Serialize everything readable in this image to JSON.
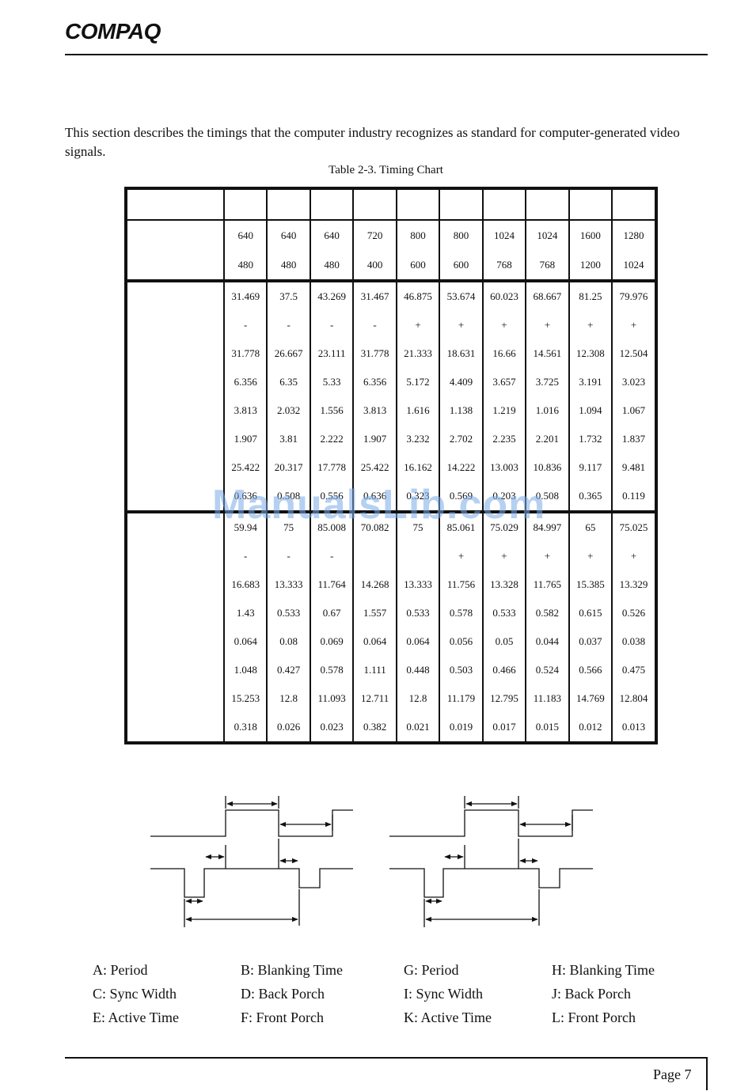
{
  "header": {
    "logo": "COMPAQ"
  },
  "intro": "This section describes the timings that the computer industry recognizes as standard for computer-generated video signals.",
  "caption": "Table 2-3.  Timing Chart",
  "table": {
    "res_h": [
      "640",
      "640",
      "640",
      "720",
      "800",
      "800",
      "1024",
      "1024",
      "1600",
      "1280"
    ],
    "res_v": [
      "480",
      "480",
      "480",
      "400",
      "600",
      "600",
      "768",
      "768",
      "1200",
      "1024"
    ],
    "horizontal": [
      [
        "31.469",
        "37.5",
        "43.269",
        "31.467",
        "46.875",
        "53.674",
        "60.023",
        "68.667",
        "81.25",
        "79.976"
      ],
      [
        "-",
        "-",
        "-",
        "-",
        "+",
        "+",
        "+",
        "+",
        "+",
        "+"
      ],
      [
        "31.778",
        "26.667",
        "23.111",
        "31.778",
        "21.333",
        "18.631",
        "16.66",
        "14.561",
        "12.308",
        "12.504"
      ],
      [
        "6.356",
        "6.35",
        "5.33",
        "6.356",
        "5.172",
        "4.409",
        "3.657",
        "3.725",
        "3.191",
        "3.023"
      ],
      [
        "3.813",
        "2.032",
        "1.556",
        "3.813",
        "1.616",
        "1.138",
        "1.219",
        "1.016",
        "1.094",
        "1.067"
      ],
      [
        "1.907",
        "3.81",
        "2.222",
        "1.907",
        "3.232",
        "2.702",
        "2.235",
        "2.201",
        "1.732",
        "1.837"
      ],
      [
        "25.422",
        "20.317",
        "17.778",
        "25.422",
        "16.162",
        "14.222",
        "13.003",
        "10.836",
        "9.117",
        "9.481"
      ],
      [
        "0.636",
        "0.508",
        "0.556",
        "0.636",
        "0.323",
        "0.569",
        "0.203",
        "0.508",
        "0.365",
        "0.119"
      ]
    ],
    "vertical": [
      [
        "59.94",
        "75",
        "85.008",
        "70.082",
        "75",
        "85.061",
        "75.029",
        "84.997",
        "65",
        "75.025"
      ],
      [
        "-",
        "-",
        "-",
        "",
        "",
        "+",
        "+",
        "+",
        "+",
        "+"
      ],
      [
        "16.683",
        "13.333",
        "11.764",
        "14.268",
        "13.333",
        "11.756",
        "13.328",
        "11.765",
        "15.385",
        "13.329"
      ],
      [
        "1.43",
        "0.533",
        "0.67",
        "1.557",
        "0.533",
        "0.578",
        "0.533",
        "0.582",
        "0.615",
        "0.526"
      ],
      [
        "0.064",
        "0.08",
        "0.069",
        "0.064",
        "0.064",
        "0.056",
        "0.05",
        "0.044",
        "0.037",
        "0.038"
      ],
      [
        "1.048",
        "0.427",
        "0.578",
        "1.111",
        "0.448",
        "0.503",
        "0.466",
        "0.524",
        "0.566",
        "0.475"
      ],
      [
        "15.253",
        "12.8",
        "11.093",
        "12.711",
        "12.8",
        "11.179",
        "12.795",
        "11.183",
        "14.769",
        "12.804"
      ],
      [
        "0.318",
        "0.026",
        "0.023",
        "0.382",
        "0.021",
        "0.019",
        "0.017",
        "0.015",
        "0.012",
        "0.013"
      ]
    ]
  },
  "watermark": "ManualsLib.com",
  "legend": {
    "a": "A:  Period",
    "b": "B:  Blanking Time",
    "c": "C:  Sync Width",
    "d": "D:  Back Porch",
    "e": "E:  Active Time",
    "f": "F:  Front Porch",
    "g": "G:  Period",
    "h": "H:  Blanking Time",
    "i": "I:   Sync Width",
    "j": "J:  Back Porch",
    "k": "K:  Active Time",
    "l": "L:  Front Porch"
  },
  "footer": {
    "page": "Page 7"
  }
}
